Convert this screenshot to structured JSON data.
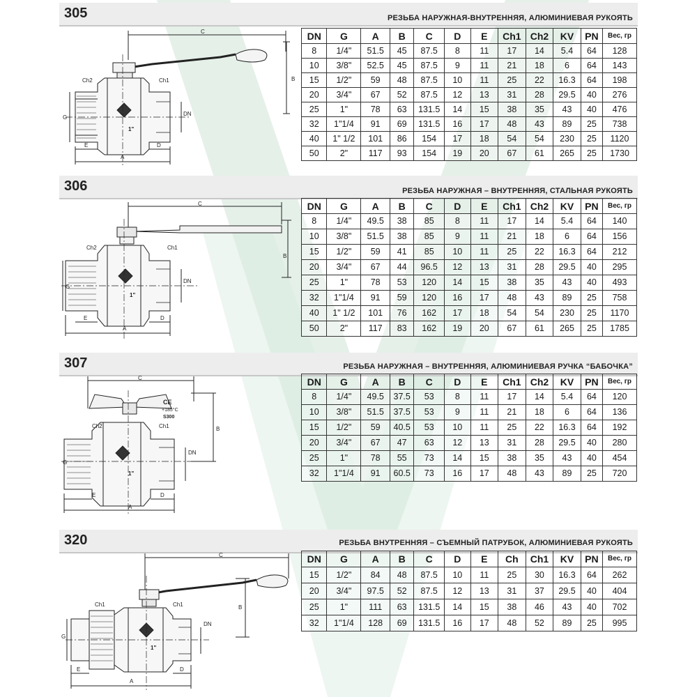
{
  "sections": [
    {
      "code": "305",
      "title": "РЕЗЬБА НАРУЖНАЯ-ВНУТРЕННЯЯ, АЛЮМИНИЕВАЯ РУКОЯТЬ",
      "drawing_labels": {
        "c": "C",
        "b": "B",
        "a": "A",
        "e": "E",
        "d": "D",
        "g": "G",
        "dn": "DN",
        "ch1": "Ch1",
        "ch2": "Ch2",
        "size": "1\""
      },
      "headers": [
        "DN",
        "G",
        "A",
        "B",
        "C",
        "D",
        "E",
        "Ch1",
        "Ch2",
        "KV",
        "PN",
        "Вес, гр"
      ],
      "rows": [
        [
          "8",
          "1/4\"",
          "51.5",
          "45",
          "87.5",
          "8",
          "11",
          "17",
          "14",
          "5.4",
          "64",
          "128"
        ],
        [
          "10",
          "3/8\"",
          "52.5",
          "45",
          "87.5",
          "9",
          "11",
          "21",
          "18",
          "6",
          "64",
          "143"
        ],
        [
          "15",
          "1/2\"",
          "59",
          "48",
          "87.5",
          "10",
          "11",
          "25",
          "22",
          "16.3",
          "64",
          "198"
        ],
        [
          "20",
          "3/4\"",
          "67",
          "52",
          "87.5",
          "12",
          "13",
          "31",
          "28",
          "29.5",
          "40",
          "276"
        ],
        [
          "25",
          "1\"",
          "78",
          "63",
          "131.5",
          "14",
          "15",
          "38",
          "35",
          "43",
          "40",
          "476"
        ],
        [
          "32",
          "1\"1/4",
          "91",
          "69",
          "131.5",
          "16",
          "17",
          "48",
          "43",
          "89",
          "25",
          "738"
        ],
        [
          "40",
          "1\" 1/2",
          "101",
          "86",
          "154",
          "17",
          "18",
          "54",
          "54",
          "230",
          "25",
          "1120"
        ],
        [
          "50",
          "2\"",
          "117",
          "93",
          "154",
          "19",
          "20",
          "67",
          "61",
          "265",
          "25",
          "1730"
        ]
      ]
    },
    {
      "code": "306",
      "title": "РЕЗЬБА НАРУЖНАЯ – ВНУТРЕННЯЯ, СТАЛЬНАЯ РУКОЯТЬ",
      "drawing_labels": {
        "c": "C",
        "b": "B",
        "a": "A",
        "e": "E",
        "d": "D",
        "g": "G",
        "dn": "DN",
        "ch1": "Ch1",
        "ch2": "Ch2",
        "size": "1\""
      },
      "headers": [
        "DN",
        "G",
        "A",
        "B",
        "C",
        "D",
        "E",
        "Ch1",
        "Ch2",
        "KV",
        "PN",
        "Вес, гр"
      ],
      "rows": [
        [
          "8",
          "1/4\"",
          "49.5",
          "38",
          "85",
          "8",
          "11",
          "17",
          "14",
          "5.4",
          "64",
          "140"
        ],
        [
          "10",
          "3/8\"",
          "51.5",
          "38",
          "85",
          "9",
          "11",
          "21",
          "18",
          "6",
          "64",
          "156"
        ],
        [
          "15",
          "1/2\"",
          "59",
          "41",
          "85",
          "10",
          "11",
          "25",
          "22",
          "16.3",
          "64",
          "212"
        ],
        [
          "20",
          "3/4\"",
          "67",
          "44",
          "96.5",
          "12",
          "13",
          "31",
          "28",
          "29.5",
          "40",
          "295"
        ],
        [
          "25",
          "1\"",
          "78",
          "53",
          "120",
          "14",
          "15",
          "38",
          "35",
          "43",
          "40",
          "493"
        ],
        [
          "32",
          "1\"1/4",
          "91",
          "59",
          "120",
          "16",
          "17",
          "48",
          "43",
          "89",
          "25",
          "758"
        ],
        [
          "40",
          "1\" 1/2",
          "101",
          "76",
          "162",
          "17",
          "18",
          "54",
          "54",
          "230",
          "25",
          "1170"
        ],
        [
          "50",
          "2\"",
          "117",
          "83",
          "162",
          "19",
          "20",
          "67",
          "61",
          "265",
          "25",
          "1785"
        ]
      ]
    },
    {
      "code": "307",
      "title": "РЕЗЬБА НАРУЖНАЯ – ВНУТРЕННЯЯ, АЛЮМИНИЕВАЯ РУЧКА “БАБОЧКА”",
      "drawing_labels": {
        "c": "C",
        "b": "B",
        "a": "A",
        "e": "E",
        "d": "D",
        "g": "G",
        "dn": "DN",
        "ch1": "Ch1",
        "ch2": "Ch2",
        "size": "1\"",
        "ce": "CE",
        "temp": "+185°C",
        "pressure": "S300"
      },
      "headers": [
        "DN",
        "G",
        "A",
        "B",
        "C",
        "D",
        "E",
        "Ch1",
        "Ch2",
        "KV",
        "PN",
        "Вес, гр"
      ],
      "rows": [
        [
          "8",
          "1/4\"",
          "49.5",
          "37.5",
          "53",
          "8",
          "11",
          "17",
          "14",
          "5.4",
          "64",
          "120"
        ],
        [
          "10",
          "3/8\"",
          "51.5",
          "37.5",
          "53",
          "9",
          "11",
          "21",
          "18",
          "6",
          "64",
          "136"
        ],
        [
          "15",
          "1/2\"",
          "59",
          "40.5",
          "53",
          "10",
          "11",
          "25",
          "22",
          "16.3",
          "64",
          "192"
        ],
        [
          "20",
          "3/4\"",
          "67",
          "47",
          "63",
          "12",
          "13",
          "31",
          "28",
          "29.5",
          "40",
          "280"
        ],
        [
          "25",
          "1\"",
          "78",
          "55",
          "73",
          "14",
          "15",
          "38",
          "35",
          "43",
          "40",
          "454"
        ],
        [
          "32",
          "1\"1/4",
          "91",
          "60.5",
          "73",
          "16",
          "17",
          "48",
          "43",
          "89",
          "25",
          "720"
        ]
      ]
    },
    {
      "code": "320",
      "title": "РЕЗЬБА ВНУТРЕННЯЯ – СЪЕМНЫЙ ПАТРУБОК, АЛЮМИНИЕВАЯ РУКОЯТЬ",
      "drawing_labels": {
        "c": "C",
        "b": "B",
        "a": "A",
        "e": "E",
        "d": "D",
        "g": "G",
        "dn": "DN",
        "ch1": "Ch1",
        "ch2": "Ch1",
        "size": "1\""
      },
      "headers": [
        "DN",
        "G",
        "A",
        "B",
        "C",
        "D",
        "E",
        "Ch",
        "Ch1",
        "KV",
        "PN",
        "Вес, гр"
      ],
      "rows": [
        [
          "15",
          "1/2\"",
          "84",
          "48",
          "87.5",
          "10",
          "11",
          "25",
          "30",
          "16.3",
          "64",
          "262"
        ],
        [
          "20",
          "3/4\"",
          "97.5",
          "52",
          "87.5",
          "12",
          "13",
          "31",
          "37",
          "29.5",
          "40",
          "404"
        ],
        [
          "25",
          "1\"",
          "111",
          "63",
          "131.5",
          "14",
          "15",
          "38",
          "46",
          "43",
          "40",
          "702"
        ],
        [
          "32",
          "1\"1/4",
          "128",
          "69",
          "131.5",
          "16",
          "17",
          "48",
          "52",
          "89",
          "25",
          "995"
        ]
      ]
    }
  ]
}
